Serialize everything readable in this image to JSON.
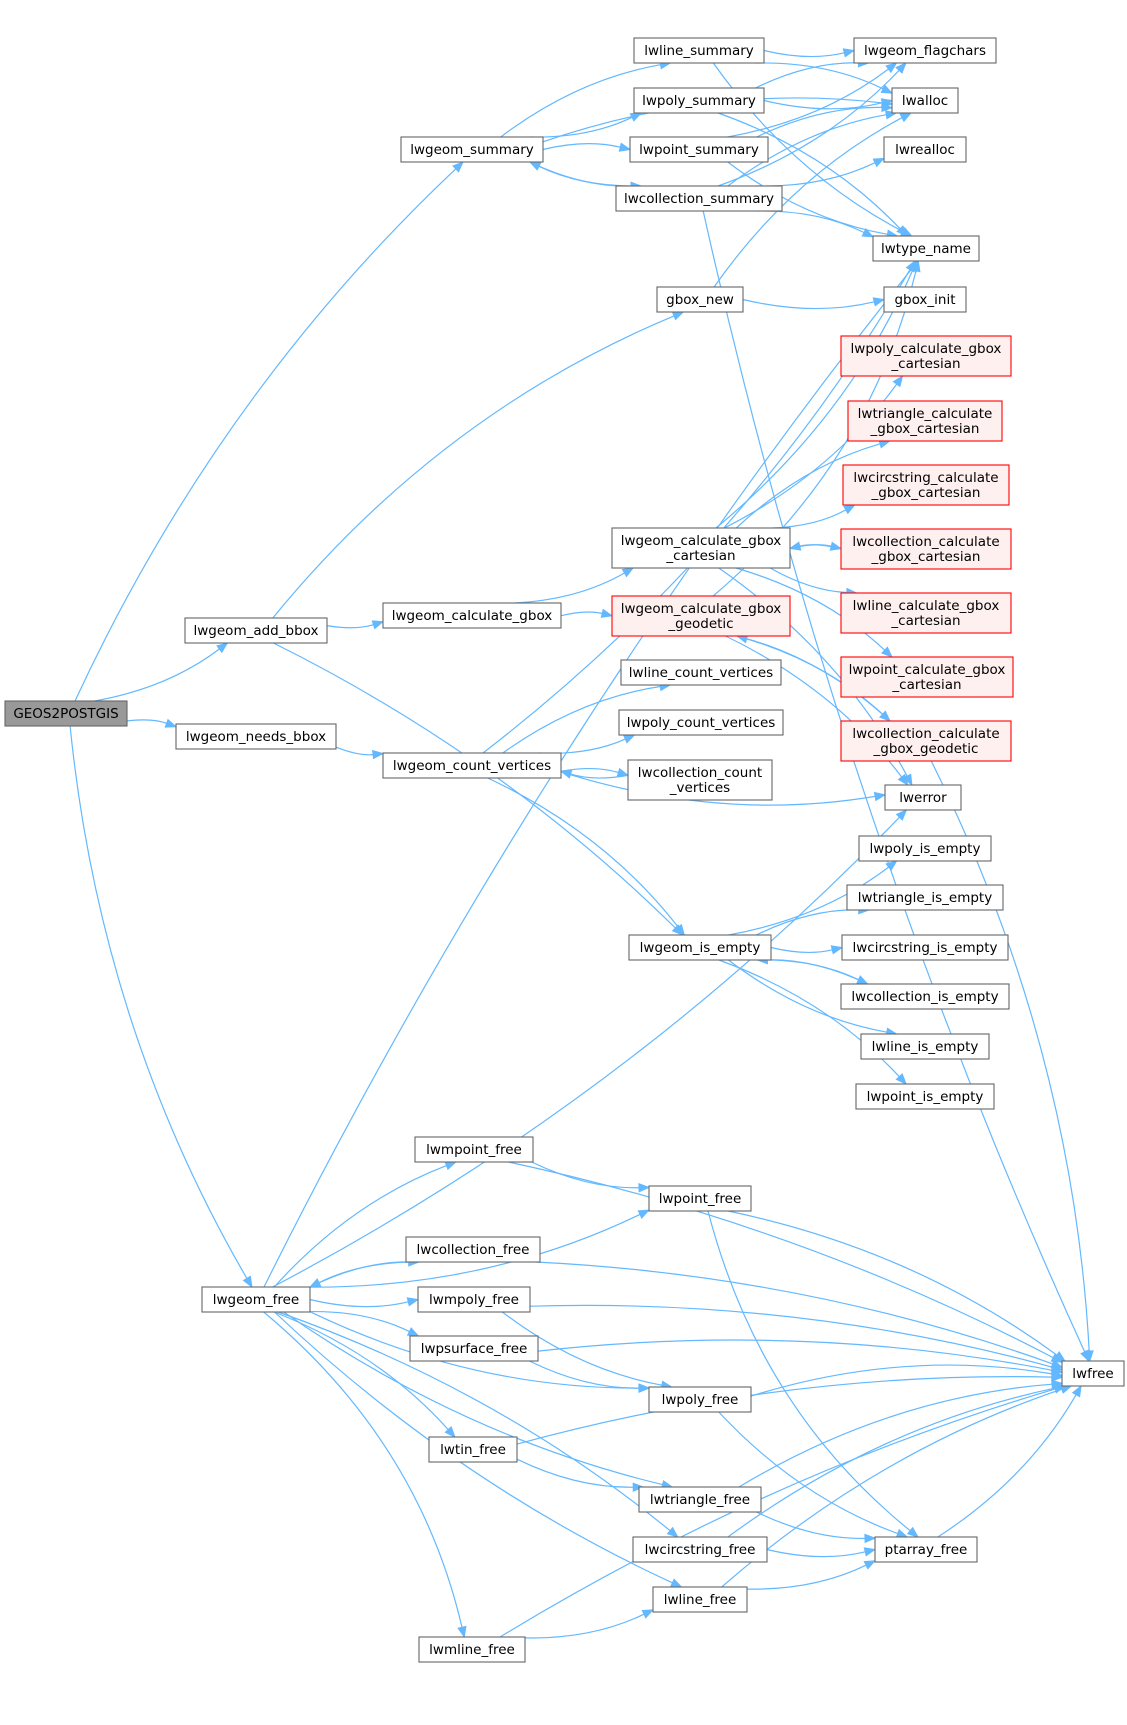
{
  "nodes": [
    {
      "id": "GEOS2POSTGIS",
      "label": [
        "GEOS2POSTGIS"
      ],
      "style": "root"
    },
    {
      "id": "lwgeom_summary",
      "label": [
        "lwgeom_summary"
      ],
      "style": "normal"
    },
    {
      "id": "lwgeom_add_bbox",
      "label": [
        "lwgeom_add_bbox"
      ],
      "style": "normal"
    },
    {
      "id": "lwgeom_needs_bbox",
      "label": [
        "lwgeom_needs_bbox"
      ],
      "style": "normal"
    },
    {
      "id": "lwgeom_free",
      "label": [
        "lwgeom_free"
      ],
      "style": "normal"
    },
    {
      "id": "lwline_summary",
      "label": [
        "lwline_summary"
      ],
      "style": "normal"
    },
    {
      "id": "lwpoly_summary",
      "label": [
        "lwpoly_summary"
      ],
      "style": "normal"
    },
    {
      "id": "lwpoint_summary",
      "label": [
        "lwpoint_summary"
      ],
      "style": "normal"
    },
    {
      "id": "lwcollection_summary",
      "label": [
        "lwcollection_summary"
      ],
      "style": "normal"
    },
    {
      "id": "lwgeom_flagchars",
      "label": [
        "lwgeom_flagchars"
      ],
      "style": "normal"
    },
    {
      "id": "lwalloc",
      "label": [
        "lwalloc"
      ],
      "style": "normal"
    },
    {
      "id": "lwrealloc",
      "label": [
        "lwrealloc"
      ],
      "style": "normal"
    },
    {
      "id": "lwtype_name",
      "label": [
        "lwtype_name"
      ],
      "style": "normal"
    },
    {
      "id": "gbox_new",
      "label": [
        "gbox_new"
      ],
      "style": "normal"
    },
    {
      "id": "gbox_init",
      "label": [
        "gbox_init"
      ],
      "style": "normal"
    },
    {
      "id": "lwgeom_calculate_gbox",
      "label": [
        "lwgeom_calculate_gbox"
      ],
      "style": "normal"
    },
    {
      "id": "lwgeom_calculate_gbox_cartesian",
      "label": [
        "lwgeom_calculate_gbox",
        "_cartesian"
      ],
      "style": "normal"
    },
    {
      "id": "lwgeom_calculate_gbox_geodetic",
      "label": [
        "lwgeom_calculate_gbox",
        "_geodetic"
      ],
      "style": "red"
    },
    {
      "id": "lwpoly_calculate_gbox_cartesian",
      "label": [
        "lwpoly_calculate_gbox",
        "_cartesian"
      ],
      "style": "red"
    },
    {
      "id": "lwtriangle_calculate_gbox_cartesian",
      "label": [
        "lwtriangle_calculate",
        "_gbox_cartesian"
      ],
      "style": "red"
    },
    {
      "id": "lwcircstring_calculate_gbox_cartesian",
      "label": [
        "lwcircstring_calculate",
        "_gbox_cartesian"
      ],
      "style": "red"
    },
    {
      "id": "lwcollection_calculate_gbox_cartesian",
      "label": [
        "lwcollection_calculate",
        "_gbox_cartesian"
      ],
      "style": "red"
    },
    {
      "id": "lwline_calculate_gbox_cartesian",
      "label": [
        "lwline_calculate_gbox",
        "_cartesian"
      ],
      "style": "red"
    },
    {
      "id": "lwpoint_calculate_gbox_cartesian",
      "label": [
        "lwpoint_calculate_gbox",
        "_cartesian"
      ],
      "style": "red"
    },
    {
      "id": "lwcollection_calculate_gbox_geodetic",
      "label": [
        "lwcollection_calculate",
        "_gbox_geodetic"
      ],
      "style": "red"
    },
    {
      "id": "lwline_count_vertices",
      "label": [
        "lwline_count_vertices"
      ],
      "style": "normal"
    },
    {
      "id": "lwpoly_count_vertices",
      "label": [
        "lwpoly_count_vertices"
      ],
      "style": "normal"
    },
    {
      "id": "lwgeom_count_vertices",
      "label": [
        "lwgeom_count_vertices"
      ],
      "style": "normal"
    },
    {
      "id": "lwcollection_count_vertices",
      "label": [
        "lwcollection_count",
        "_vertices"
      ],
      "style": "normal"
    },
    {
      "id": "lwerror",
      "label": [
        "lwerror"
      ],
      "style": "normal"
    },
    {
      "id": "lwpoly_is_empty",
      "label": [
        "lwpoly_is_empty"
      ],
      "style": "normal"
    },
    {
      "id": "lwtriangle_is_empty",
      "label": [
        "lwtriangle_is_empty"
      ],
      "style": "normal"
    },
    {
      "id": "lwgeom_is_empty",
      "label": [
        "lwgeom_is_empty"
      ],
      "style": "normal"
    },
    {
      "id": "lwcircstring_is_empty",
      "label": [
        "lwcircstring_is_empty"
      ],
      "style": "normal"
    },
    {
      "id": "lwcollection_is_empty",
      "label": [
        "lwcollection_is_empty"
      ],
      "style": "normal"
    },
    {
      "id": "lwline_is_empty",
      "label": [
        "lwline_is_empty"
      ],
      "style": "normal"
    },
    {
      "id": "lwpoint_is_empty",
      "label": [
        "lwpoint_is_empty"
      ],
      "style": "normal"
    },
    {
      "id": "lwmpoint_free",
      "label": [
        "lwmpoint_free"
      ],
      "style": "normal"
    },
    {
      "id": "lwpoint_free",
      "label": [
        "lwpoint_free"
      ],
      "style": "normal"
    },
    {
      "id": "lwcollection_free",
      "label": [
        "lwcollection_free"
      ],
      "style": "normal"
    },
    {
      "id": "lwmpoly_free",
      "label": [
        "lwmpoly_free"
      ],
      "style": "normal"
    },
    {
      "id": "lwpsurface_free",
      "label": [
        "lwpsurface_free"
      ],
      "style": "normal"
    },
    {
      "id": "lwfree",
      "label": [
        "lwfree"
      ],
      "style": "normal"
    },
    {
      "id": "lwpoly_free",
      "label": [
        "lwpoly_free"
      ],
      "style": "normal"
    },
    {
      "id": "lwtin_free",
      "label": [
        "lwtin_free"
      ],
      "style": "normal"
    },
    {
      "id": "lwtriangle_free",
      "label": [
        "lwtriangle_free"
      ],
      "style": "normal"
    },
    {
      "id": "lwcircstring_free",
      "label": [
        "lwcircstring_free"
      ],
      "style": "normal"
    },
    {
      "id": "ptarray_free",
      "label": [
        "ptarray_free"
      ],
      "style": "normal"
    },
    {
      "id": "lwline_free",
      "label": [
        "lwline_free"
      ],
      "style": "normal"
    },
    {
      "id": "lwmline_free",
      "label": [
        "lwmline_free"
      ],
      "style": "normal"
    }
  ],
  "edges": [
    [
      "GEOS2POSTGIS",
      "lwgeom_summary"
    ],
    [
      "GEOS2POSTGIS",
      "lwgeom_add_bbox"
    ],
    [
      "GEOS2POSTGIS",
      "lwgeom_needs_bbox"
    ],
    [
      "GEOS2POSTGIS",
      "lwgeom_free"
    ],
    [
      "lwgeom_summary",
      "lwline_summary"
    ],
    [
      "lwgeom_summary",
      "lwpoly_summary"
    ],
    [
      "lwgeom_summary",
      "lwpoint_summary"
    ],
    [
      "lwgeom_summary",
      "lwcollection_summary"
    ],
    [
      "lwgeom_summary",
      "lwalloc"
    ],
    [
      "lwline_summary",
      "lwgeom_flagchars"
    ],
    [
      "lwline_summary",
      "lwalloc"
    ],
    [
      "lwline_summary",
      "lwtype_name"
    ],
    [
      "lwpoly_summary",
      "lwgeom_flagchars"
    ],
    [
      "lwpoly_summary",
      "lwalloc"
    ],
    [
      "lwpoly_summary",
      "lwtype_name"
    ],
    [
      "lwpoint_summary",
      "lwgeom_flagchars"
    ],
    [
      "lwpoint_summary",
      "lwalloc"
    ],
    [
      "lwpoint_summary",
      "lwtype_name"
    ],
    [
      "lwcollection_summary",
      "lwgeom_summary"
    ],
    [
      "lwcollection_summary",
      "lwgeom_flagchars"
    ],
    [
      "lwcollection_summary",
      "lwalloc"
    ],
    [
      "lwcollection_summary",
      "lwrealloc"
    ],
    [
      "lwcollection_summary",
      "lwtype_name"
    ],
    [
      "lwcollection_summary",
      "lwfree"
    ],
    [
      "gbox_new",
      "lwalloc"
    ],
    [
      "gbox_new",
      "gbox_init"
    ],
    [
      "lwgeom_add_bbox",
      "gbox_new"
    ],
    [
      "lwgeom_add_bbox",
      "lwgeom_calculate_gbox"
    ],
    [
      "lwgeom_add_bbox",
      "lwgeom_is_empty"
    ],
    [
      "lwgeom_calculate_gbox",
      "lwgeom_calculate_gbox_cartesian"
    ],
    [
      "lwgeom_calculate_gbox",
      "lwgeom_calculate_gbox_geodetic"
    ],
    [
      "lwgeom_calculate_gbox_cartesian",
      "lwpoly_calculate_gbox_cartesian"
    ],
    [
      "lwgeom_calculate_gbox_cartesian",
      "lwtriangle_calculate_gbox_cartesian"
    ],
    [
      "lwgeom_calculate_gbox_cartesian",
      "lwcircstring_calculate_gbox_cartesian"
    ],
    [
      "lwgeom_calculate_gbox_cartesian",
      "lwcollection_calculate_gbox_cartesian"
    ],
    [
      "lwgeom_calculate_gbox_cartesian",
      "lwline_calculate_gbox_cartesian"
    ],
    [
      "lwgeom_calculate_gbox_cartesian",
      "lwpoint_calculate_gbox_cartesian"
    ],
    [
      "lwgeom_calculate_gbox_cartesian",
      "lwtype_name"
    ],
    [
      "lwgeom_calculate_gbox_cartesian",
      "lwerror"
    ],
    [
      "lwcollection_calculate_gbox_cartesian",
      "lwgeom_calculate_gbox_cartesian"
    ],
    [
      "lwgeom_calculate_gbox_geodetic",
      "lwcollection_calculate_gbox_geodetic"
    ],
    [
      "lwgeom_calculate_gbox_geodetic",
      "lwtype_name"
    ],
    [
      "lwgeom_calculate_gbox_geodetic",
      "lwerror"
    ],
    [
      "lwcollection_calculate_gbox_geodetic",
      "lwgeom_calculate_gbox_geodetic"
    ],
    [
      "lwcollection_calculate_gbox_geodetic",
      "lwfree"
    ],
    [
      "lwgeom_needs_bbox",
      "lwgeom_count_vertices"
    ],
    [
      "lwgeom_count_vertices",
      "lwline_count_vertices"
    ],
    [
      "lwgeom_count_vertices",
      "lwpoly_count_vertices"
    ],
    [
      "lwgeom_count_vertices",
      "lwcollection_count_vertices"
    ],
    [
      "lwgeom_count_vertices",
      "lwerror"
    ],
    [
      "lwgeom_count_vertices",
      "lwgeom_is_empty"
    ],
    [
      "lwgeom_count_vertices",
      "lwtype_name"
    ],
    [
      "lwcollection_count_vertices",
      "lwgeom_count_vertices"
    ],
    [
      "lwgeom_is_empty",
      "lwpoly_is_empty"
    ],
    [
      "lwgeom_is_empty",
      "lwtriangle_is_empty"
    ],
    [
      "lwgeom_is_empty",
      "lwcircstring_is_empty"
    ],
    [
      "lwgeom_is_empty",
      "lwcollection_is_empty"
    ],
    [
      "lwgeom_is_empty",
      "lwline_is_empty"
    ],
    [
      "lwgeom_is_empty",
      "lwpoint_is_empty"
    ],
    [
      "lwcollection_is_empty",
      "lwgeom_is_empty"
    ],
    [
      "lwgeom_free",
      "lwtype_name"
    ],
    [
      "lwgeom_free",
      "lwerror"
    ],
    [
      "lwgeom_free",
      "lwmpoint_free"
    ],
    [
      "lwgeom_free",
      "lwpoint_free"
    ],
    [
      "lwgeom_free",
      "lwcollection_free"
    ],
    [
      "lwgeom_free",
      "lwmpoly_free"
    ],
    [
      "lwgeom_free",
      "lwpsurface_free"
    ],
    [
      "lwgeom_free",
      "lwpoly_free"
    ],
    [
      "lwgeom_free",
      "lwtin_free"
    ],
    [
      "lwgeom_free",
      "lwtriangle_free"
    ],
    [
      "lwgeom_free",
      "lwcircstring_free"
    ],
    [
      "lwgeom_free",
      "lwline_free"
    ],
    [
      "lwgeom_free",
      "lwmline_free"
    ],
    [
      "lwcollection_free",
      "lwgeom_free"
    ],
    [
      "lwcollection_free",
      "lwfree"
    ],
    [
      "lwmpoint_free",
      "lwpoint_free"
    ],
    [
      "lwmpoint_free",
      "lwfree"
    ],
    [
      "lwpoint_free",
      "ptarray_free"
    ],
    [
      "lwpoint_free",
      "lwfree"
    ],
    [
      "lwmpoly_free",
      "lwpoly_free"
    ],
    [
      "lwmpoly_free",
      "lwfree"
    ],
    [
      "lwpsurface_free",
      "lwpoly_free"
    ],
    [
      "lwpsurface_free",
      "lwfree"
    ],
    [
      "lwpoly_free",
      "ptarray_free"
    ],
    [
      "lwpoly_free",
      "lwfree"
    ],
    [
      "lwtin_free",
      "lwtriangle_free"
    ],
    [
      "lwtin_free",
      "lwfree"
    ],
    [
      "lwtriangle_free",
      "ptarray_free"
    ],
    [
      "lwtriangle_free",
      "lwfree"
    ],
    [
      "lwcircstring_free",
      "ptarray_free"
    ],
    [
      "lwcircstring_free",
      "lwfree"
    ],
    [
      "lwline_free",
      "ptarray_free"
    ],
    [
      "lwline_free",
      "lwfree"
    ],
    [
      "lwmline_free",
      "lwline_free"
    ],
    [
      "lwmline_free",
      "lwfree"
    ],
    [
      "ptarray_free",
      "lwfree"
    ]
  ]
}
